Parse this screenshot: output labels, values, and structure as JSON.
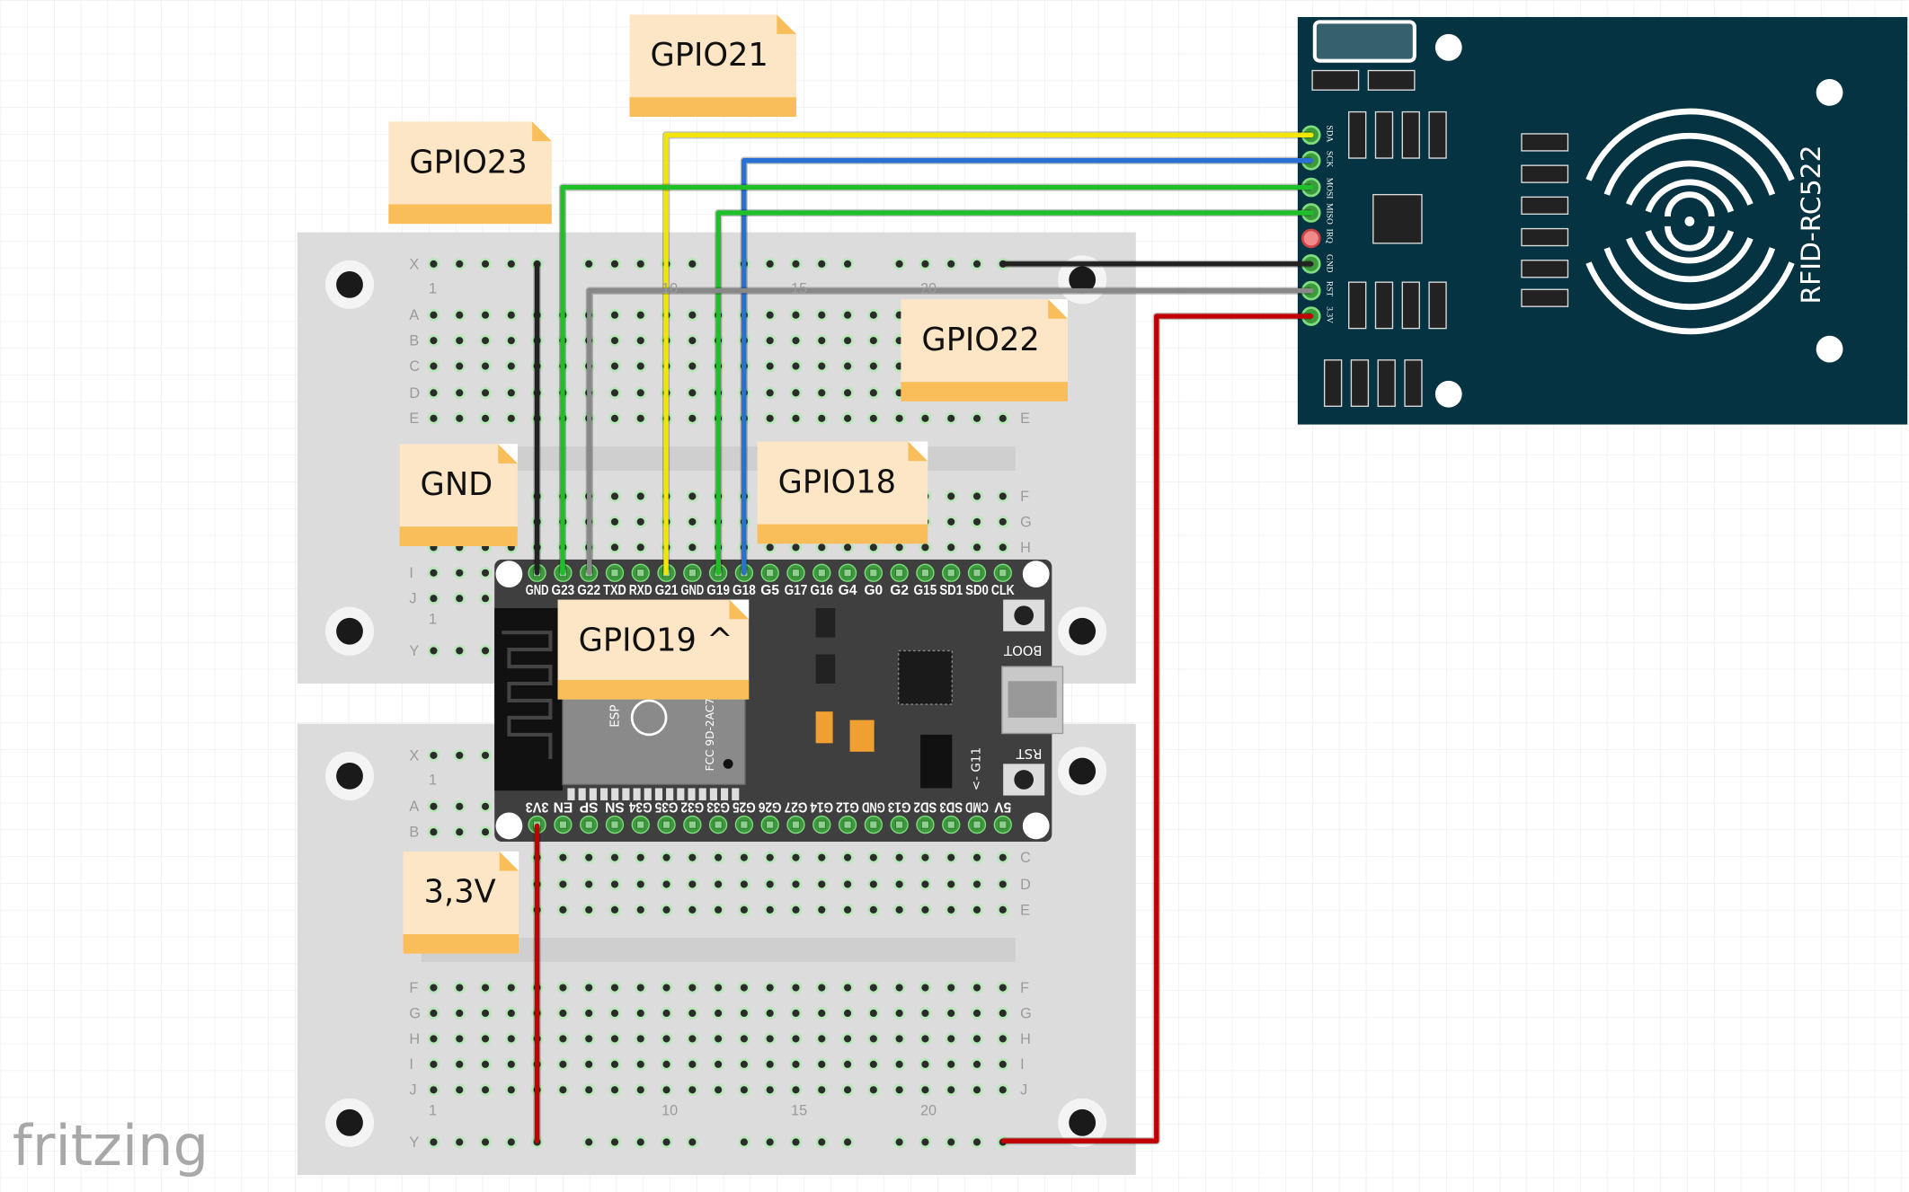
{
  "app": {
    "logo": "fritzing"
  },
  "breadboard": {
    "row_labels_top": [
      "X",
      "A",
      "B",
      "C",
      "D",
      "E",
      "F",
      "G",
      "H",
      "I",
      "J",
      "Y"
    ],
    "column_numbers": [
      "1",
      "10",
      "15",
      "20"
    ]
  },
  "esp32": {
    "top_pins": [
      "GND",
      "G23",
      "G22",
      "TXD",
      "RXD",
      "G21",
      "GND",
      "G19",
      "G18",
      "G5",
      "G17",
      "G16",
      "G4",
      "G0",
      "G2",
      "G15",
      "SD1",
      "SD0",
      "CLK"
    ],
    "bottom_pins": [
      "3V3",
      "EN",
      "SP",
      "SN",
      "G34",
      "G35",
      "G32",
      "G33",
      "G25",
      "G26",
      "G27",
      "G14",
      "G12",
      "GND",
      "G13",
      "SD2",
      "SD3",
      "CMD",
      "5V"
    ],
    "boot_label": "BOOT",
    "rst_label": "RST",
    "g11_label": "<- G11",
    "module_text": "FCC 9D-2AC72",
    "esp_text": "ESP"
  },
  "rfid": {
    "title": "RFID-RC522",
    "pins": [
      "SDA",
      "SCK",
      "MOSI",
      "MISO",
      "IRQ",
      "GND",
      "RST",
      "3.3V"
    ],
    "color": "#053341"
  },
  "notes": [
    {
      "id": "gpio21",
      "text": "GPIO21"
    },
    {
      "id": "gpio23",
      "text": "GPIO23"
    },
    {
      "id": "gpio22",
      "text": "GPIO22"
    },
    {
      "id": "gnd",
      "text": "GND"
    },
    {
      "id": "gpio18",
      "text": "GPIO18"
    },
    {
      "id": "gpio19",
      "text": "GPIO19 ^"
    },
    {
      "id": "v33",
      "text": "3,3V"
    }
  ],
  "wires": [
    {
      "name": "sda",
      "color": "#f2e600"
    },
    {
      "name": "sck",
      "color": "#2a6fd6"
    },
    {
      "name": "mosi",
      "color": "#1fbf2a"
    },
    {
      "name": "miso",
      "color": "#1fbf2a"
    },
    {
      "name": "gnd",
      "color": "#222222"
    },
    {
      "name": "rst",
      "color": "#888888"
    },
    {
      "name": "power",
      "color": "#c00000"
    }
  ]
}
